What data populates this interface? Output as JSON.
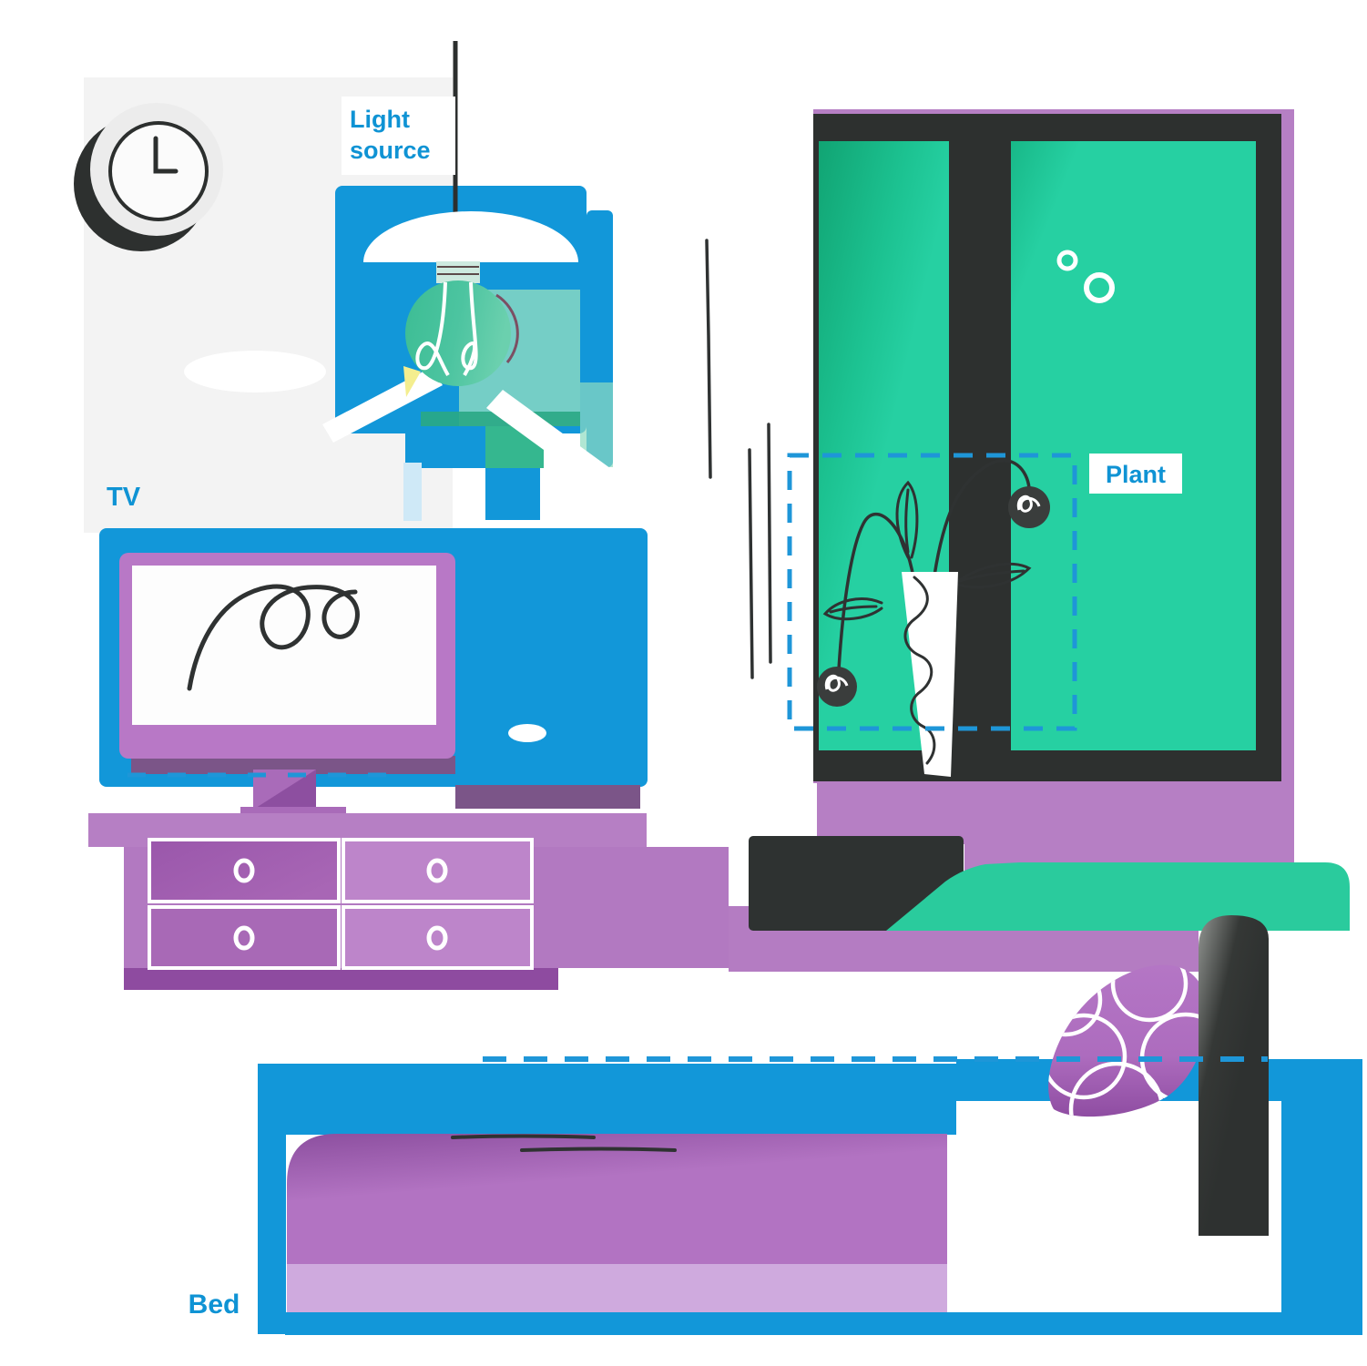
{
  "annotations": {
    "light_source": {
      "line1": "Light",
      "line2": "source"
    },
    "tv": {
      "label": "TV"
    },
    "plant": {
      "label": "Plant"
    },
    "bed": {
      "label": "Bed"
    }
  },
  "colors": {
    "accent_blue": "#0f93d4",
    "highlight_blue": "#1297d9",
    "dashed_blue": "#1e96d8",
    "pale_blue": "#cfe9f7",
    "teal_green": "#26d0a2",
    "dark_green": "#11a473",
    "blob_green": "#2acb9d",
    "bulb_teal": "#41bf97",
    "glow_green": "#8fdcc0",
    "purple_wall": "#b67fc4",
    "purple_mid": "#b279c1",
    "purple_dark": "#8e4ba0",
    "purple_light": "#cfaade",
    "muted_plum": "#7b5588",
    "charcoal": "#2d302f",
    "gray_backdrop": "#f3f3f3",
    "yellow": "#f4ee8f",
    "scribble": "#2f3232"
  }
}
